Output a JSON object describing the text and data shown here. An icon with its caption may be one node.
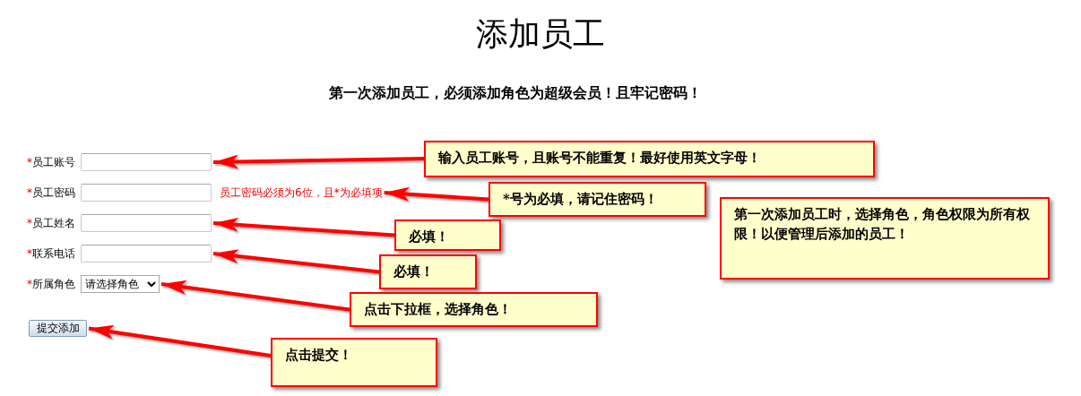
{
  "diagram": {
    "title": "添加员工",
    "nodes": [
      {
        "text": [],
        "shape": "box"
      },
      {
        "text": [],
        "shape": "box"
      },
      {
        "text": [
          "员工密码必须为6位，且*为必填项"
        ]
      },
      {
        "text": [],
        "shape": "box"
      },
      {
        "text": [],
        "shape": "box"
      },
      {
        "text": [
          "请选择角色"
        ]
      },
      {
        "text": [
          "提交添加"
        ]
      },
      {
        "text": [
          "输入员工账号，且账号不能重复！最好使用英文字母！"
        ]
      },
      {
        "text": [
          "*号为必填，请记住密码！"
        ]
      },
      {
        "text": [
          "第一次添加员工时，选择角色，角色权限为所有权限！以便管理后添加的员工！"
        ]
      },
      {
        "text": [
          "必填！"
        ]
      },
      {
        "text": [
          "必填！"
        ]
      },
      {
        "text": [
          "点击下拉框，选择角色！"
        ]
      },
      {
        "text": [
          "点击提交！"
        ]
      }
    ],
    "edges": [
      {
        "from": 7,
        "to": 0,
        "arrow": "to"
      },
      {
        "from": 8,
        "to": 2,
        "arrow": "to"
      },
      {
        "from": 10,
        "to": 3,
        "arrow": "to"
      },
      {
        "from": 11,
        "to": 4,
        "arrow": "to"
      },
      {
        "from": 12,
        "to": 5,
        "arrow": "to"
      },
      {
        "from": 13,
        "to": 6,
        "arrow": "to"
      }
    ],
    "labels": [
      "第一次添加员工，必须添加角色为超级会员！且牢记密码！",
      "*员工账号",
      "*员工密码",
      "*员工姓名",
      "*联系电话",
      "*所属角色"
    ]
  }
}
